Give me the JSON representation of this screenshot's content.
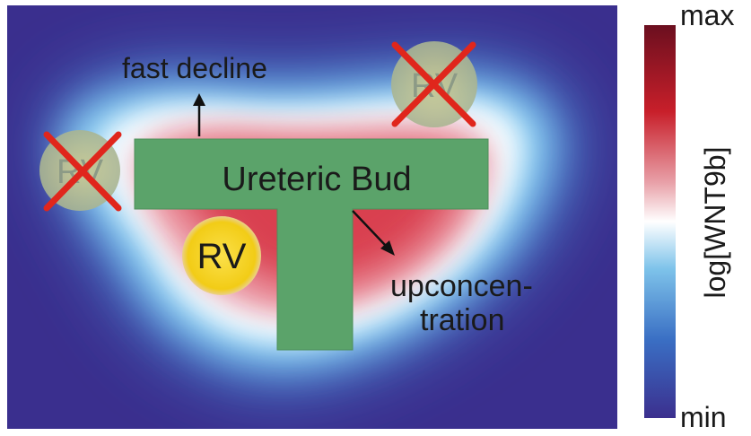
{
  "diagram": {
    "structure_label": "Ureteric Bud",
    "rv_label": "RV",
    "annotations": {
      "fast_decline": "fast decline",
      "upconcentration_line1": "upconcen-",
      "upconcentration_line2": "tration"
    },
    "colorbar": {
      "title": "log[WNT9b]",
      "max_label": "max",
      "min_label": "min",
      "colors": {
        "max": "#6b0f1f",
        "high": "#c81f2a",
        "mid_high": "#e8a0a8",
        "mid": "#ffffff",
        "mid_low": "#7ec3ea",
        "low": "#3a6fc4",
        "min": "#3b2f8e"
      }
    },
    "colors": {
      "ureteric_bud_fill": "#5ba36a",
      "rv_active": "#f4d21c",
      "rv_inactive": "#b8b48a",
      "cross_mark": "#e0261c",
      "background_low": "#3a2f8e"
    },
    "icons": {
      "cross": "cross-mark-icon",
      "arrow": "arrow-icon"
    }
  }
}
